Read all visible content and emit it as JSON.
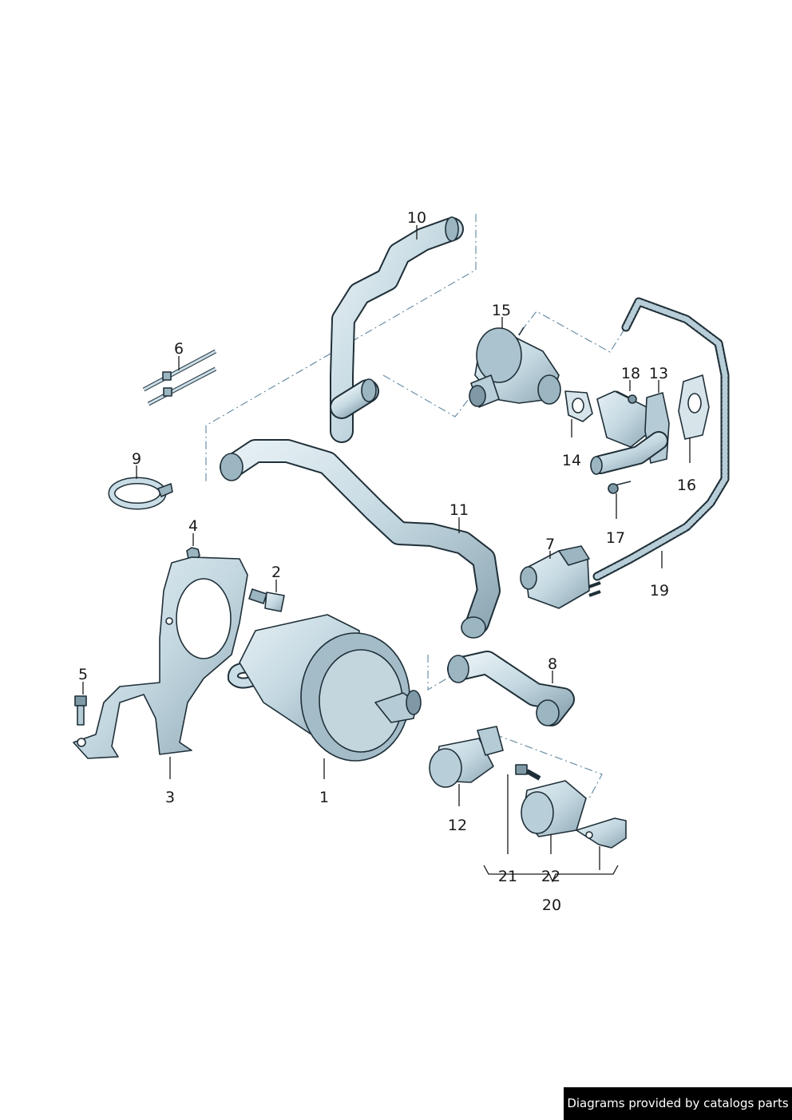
{
  "callouts": {
    "p1": "1",
    "p2": "2",
    "p3": "3",
    "p4": "4",
    "p5": "5",
    "p6": "6",
    "p7": "7",
    "p8": "8",
    "p9": "9",
    "p10": "10",
    "p11": "11",
    "p12": "12",
    "p13": "13",
    "p14": "14",
    "p15": "15",
    "p16": "16",
    "p17": "17",
    "p18": "18",
    "p19": "19",
    "p20": "20",
    "p21": "21",
    "p22": "22"
  },
  "credit": "Diagrams provided by catalogs parts",
  "colors": {
    "part_fill": "#c9dde6",
    "part_dark": "#7f9aa6",
    "outline": "#1f2f38",
    "dash": "#6b8fa6"
  }
}
